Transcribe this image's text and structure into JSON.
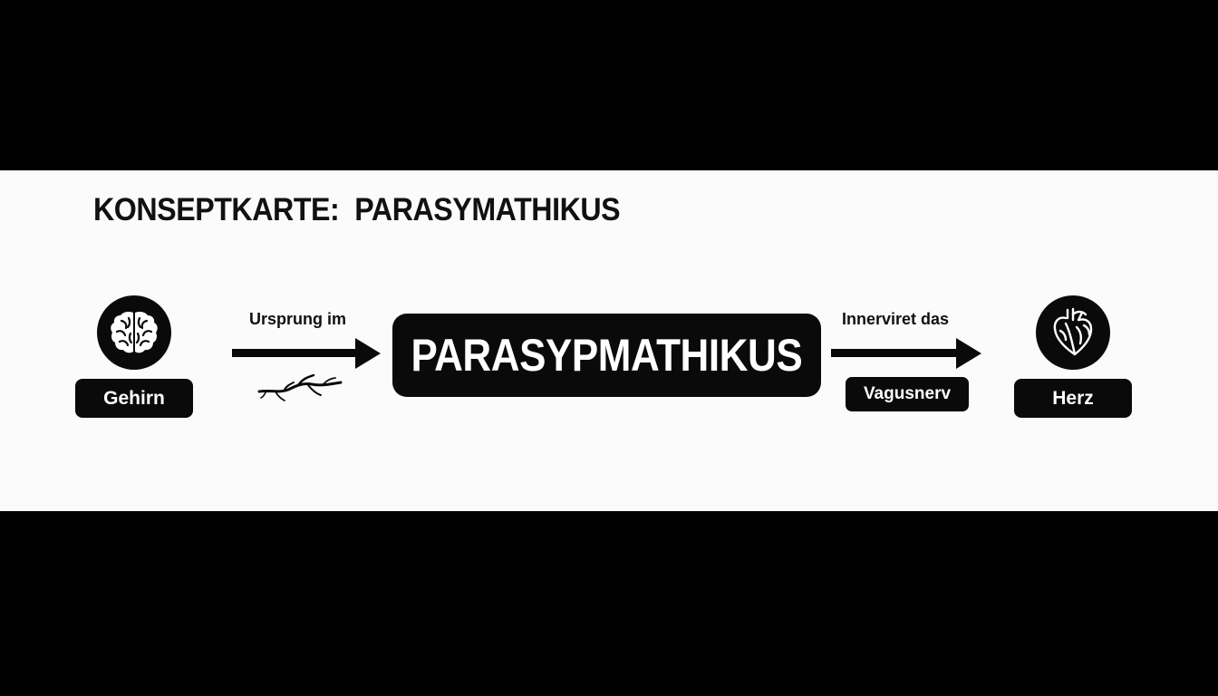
{
  "title": "KONSEPTKARTE:  PARASYMATHIKUS",
  "central_node": {
    "label": "PARASYPMATHIKUS"
  },
  "nodes": {
    "source": {
      "label": "Gehirn",
      "icon": "brain-icon"
    },
    "target": {
      "label": "Herz",
      "icon": "heart-icon"
    }
  },
  "edges": {
    "left": {
      "label": "Ursprung im",
      "icon": "nerve-icon"
    },
    "right": {
      "label": "Innerviret das",
      "sub_label": "Vagusnerv"
    }
  },
  "colors": {
    "background": "#000000",
    "panel": "#fbfbfb",
    "node_fill": "#0a0a0a",
    "node_text": "#ffffff",
    "text": "#111111"
  }
}
